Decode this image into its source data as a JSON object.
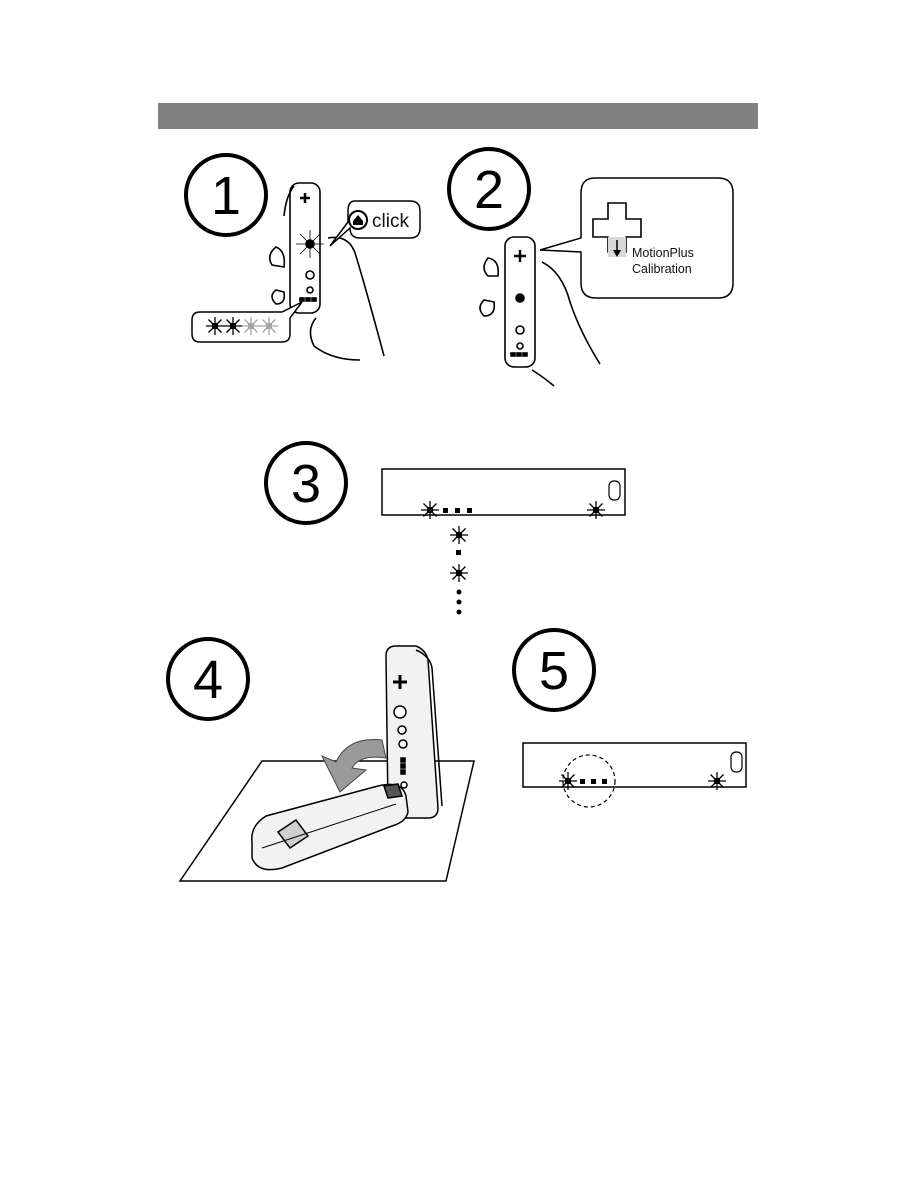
{
  "steps": [
    {
      "number": "1",
      "callout": "click"
    },
    {
      "number": "2",
      "callout_line1": "MotionPlus",
      "callout_line2": "Calibration"
    },
    {
      "number": "3"
    },
    {
      "number": "4"
    },
    {
      "number": "5"
    }
  ],
  "colors": {
    "header_bar": "#808080",
    "line": "#000000",
    "arrow_fill": "#9a9a9a"
  },
  "icons": [
    "home-button-icon",
    "dpad-icon",
    "down-arrow-icon",
    "led-burst-icon",
    "sync-button-icon",
    "rotate-arrow-icon"
  ]
}
